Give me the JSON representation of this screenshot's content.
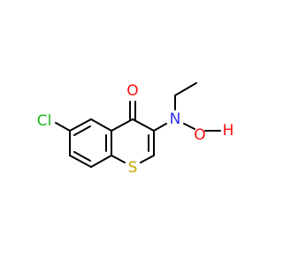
{
  "molecule": {
    "atoms": {
      "oxygen_ketone": {
        "label": "O",
        "color": "#ff0d0d"
      },
      "chlorine": {
        "label": "Cl",
        "color": "#1fb51f"
      },
      "nitrogen": {
        "label": "N",
        "color": "#3030f8"
      },
      "oxygen_hydroxyl": {
        "label": "O",
        "color": "#ff0d0d"
      },
      "hydrogen_hydroxyl": {
        "label": "H",
        "color": "#ff0d0d"
      },
      "sulfur": {
        "label": "S",
        "color": "#c8a000"
      }
    },
    "bond_color": "#000000"
  }
}
